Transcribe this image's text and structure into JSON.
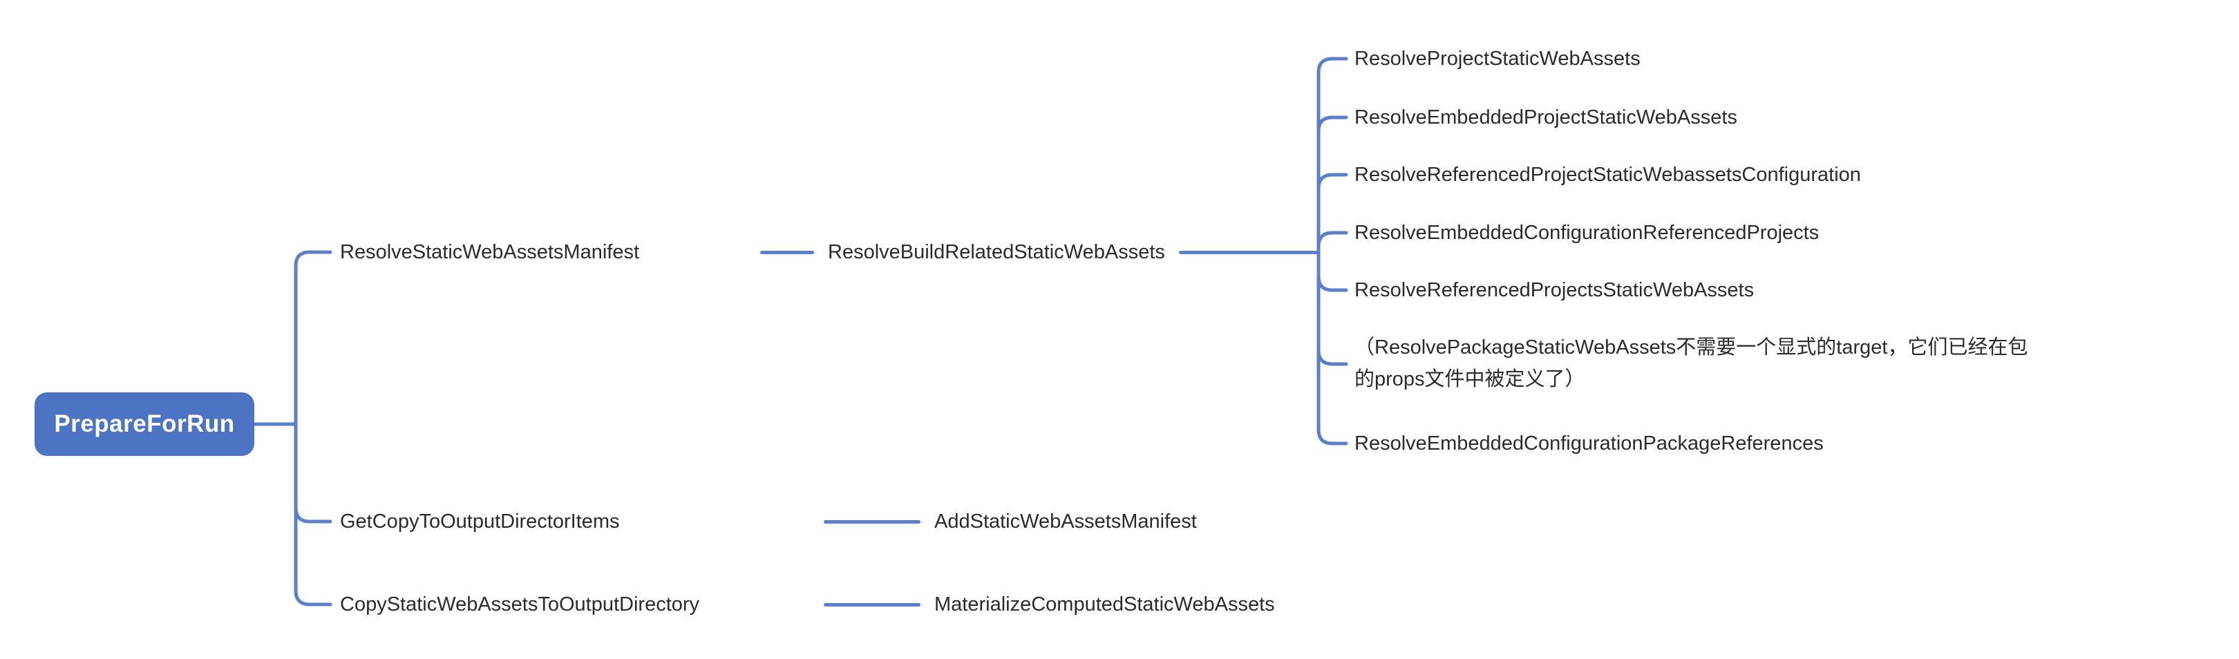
{
  "diagram": {
    "type": "mindmap",
    "root": {
      "label": "PrepareForRun"
    },
    "branches": [
      {
        "label": "ResolveStaticWebAssetsManifest",
        "child": {
          "label": "ResolveBuildRelatedStaticWebAssets",
          "children": [
            "ResolveProjectStaticWebAssets",
            "ResolveEmbeddedProjectStaticWebAssets",
            "ResolveReferencedProjectStaticWebassetsConfiguration",
            "ResolveEmbeddedConfigurationReferencedProjects",
            "ResolveReferencedProjectsStaticWebAssets",
            "（ResolvePackageStaticWebAssets不需要一个显式的target，它们已经在包的props文件中被定义了）",
            "ResolveEmbeddedConfigurationPackageReferences"
          ]
        }
      },
      {
        "label": "GetCopyToOutputDirectorItems",
        "child": {
          "label": "AddStaticWebAssetsManifest"
        }
      },
      {
        "label": "CopyStaticWebAssetsToOutputDirectory",
        "child": {
          "label": "MaterializeComputedStaticWebAssets"
        }
      }
    ],
    "colors": {
      "background": "#ffffff",
      "root_node_fill": "#4d73c3",
      "root_node_text": "#ffffff",
      "connector_line": "#5b7fc9",
      "topic_text": "#2b2b2b"
    }
  }
}
